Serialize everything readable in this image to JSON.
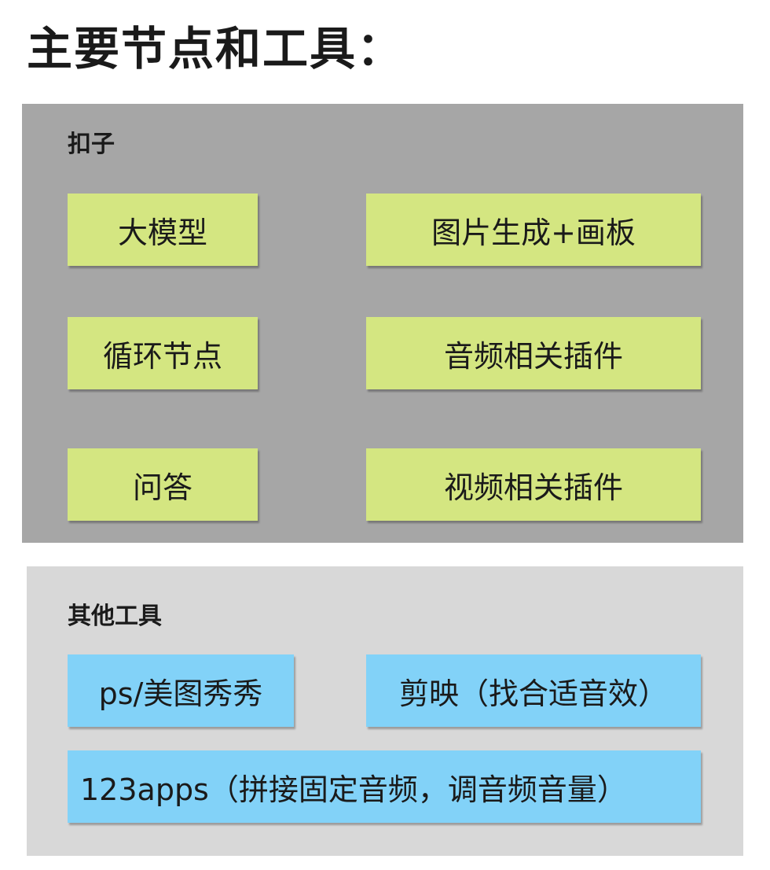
{
  "title": "主要节点和工具：",
  "panels": {
    "coze": {
      "label": "扣子",
      "color": "#a6a6a6",
      "items": [
        "大模型",
        "图片生成+画板",
        "循环节点",
        "音频相关插件",
        "问答",
        "视频相关插件"
      ]
    },
    "other": {
      "label": "其他工具",
      "color": "#d8d8d8",
      "items": [
        "ps/美图秀秀",
        "剪映（找合适音效）",
        "123apps（拼接固定音频，调音频音量）"
      ]
    }
  },
  "colors": {
    "green_box": "#d4e681",
    "blue_box": "#82d2f8"
  }
}
